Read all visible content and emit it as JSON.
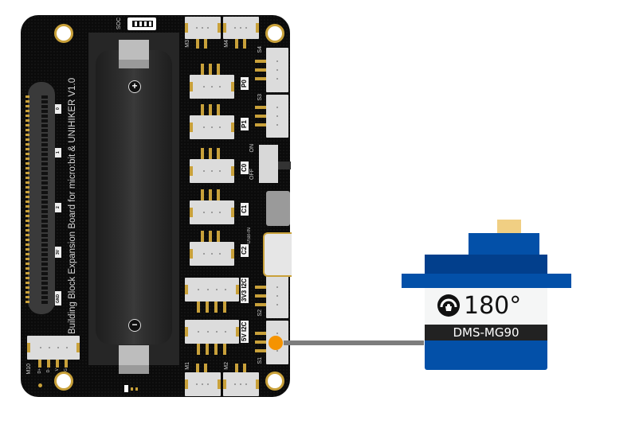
{
  "board": {
    "title": "Building Block Expansion Board for micro:bit & UNIHIKER V1.0",
    "edge_labels": [
      "0",
      "1",
      "2",
      "3V",
      "GND"
    ],
    "soc_label": "SOC",
    "ports": {
      "m3": "M3",
      "m4": "M4",
      "m1": "M1",
      "m2": "M2",
      "s4": "S4",
      "s3": "S3",
      "s2": "S2",
      "s1": "S1",
      "p0": "P0",
      "p1": "P1",
      "c0": "C0",
      "c1": "C1",
      "c2": "C2",
      "i2c_3v3": "3V3 I2C",
      "i2c_5v": "5V I2C",
      "m10": "M10"
    },
    "m10_pins": [
      "D+",
      "D-",
      "V",
      "G"
    ],
    "switch_on": "ON",
    "switch_off": "OFF",
    "usb_label": "USB-IN",
    "battery_plus": "+",
    "battery_minus": "−"
  },
  "servo": {
    "model": "DMS-MG90",
    "angle": "180°",
    "icon": "gauge-icon",
    "colors": {
      "body": "#0350a8",
      "dark": "#023f8c",
      "cap": "#f0cf83"
    }
  },
  "connection": {
    "from": "S1",
    "to": "DMS-MG90",
    "signal_color": "#f59300",
    "wire_color": "#7d7d7d"
  }
}
